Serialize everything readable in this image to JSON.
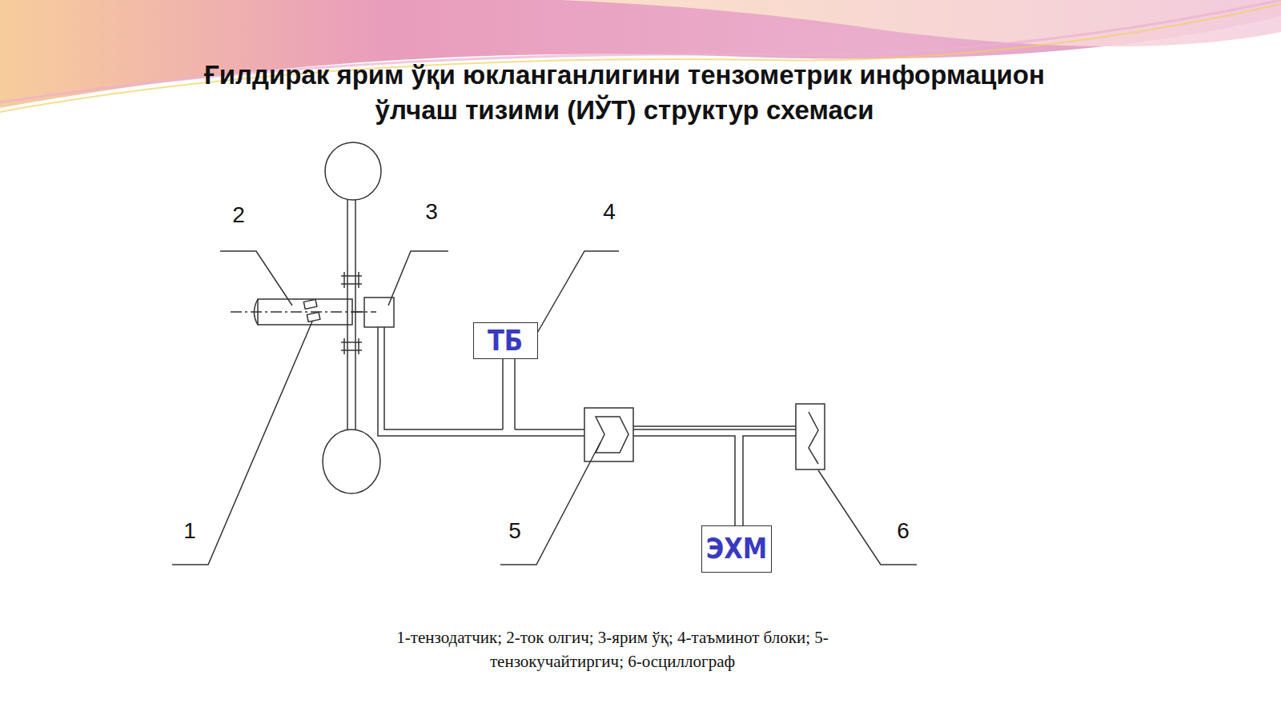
{
  "diagram": {
    "title": "Ғилдирак ярим ўқи юкланганлигини тензометрик информацион ўлчаш тизими (ИЎТ) структур схемаси",
    "caption": "1-тензодатчик; 2-ток олгич; 3-ярим ўқ; 4-таъминот блоки; 5-тензокучайтиргич; 6-осциллограф",
    "nodes": [
      {
        "text": [
          "ТБ"
        ]
      },
      {
        "text": [
          "ЭХМ"
        ]
      }
    ],
    "labels": [
      "1",
      "2",
      "3",
      "4",
      "5",
      "6"
    ]
  }
}
